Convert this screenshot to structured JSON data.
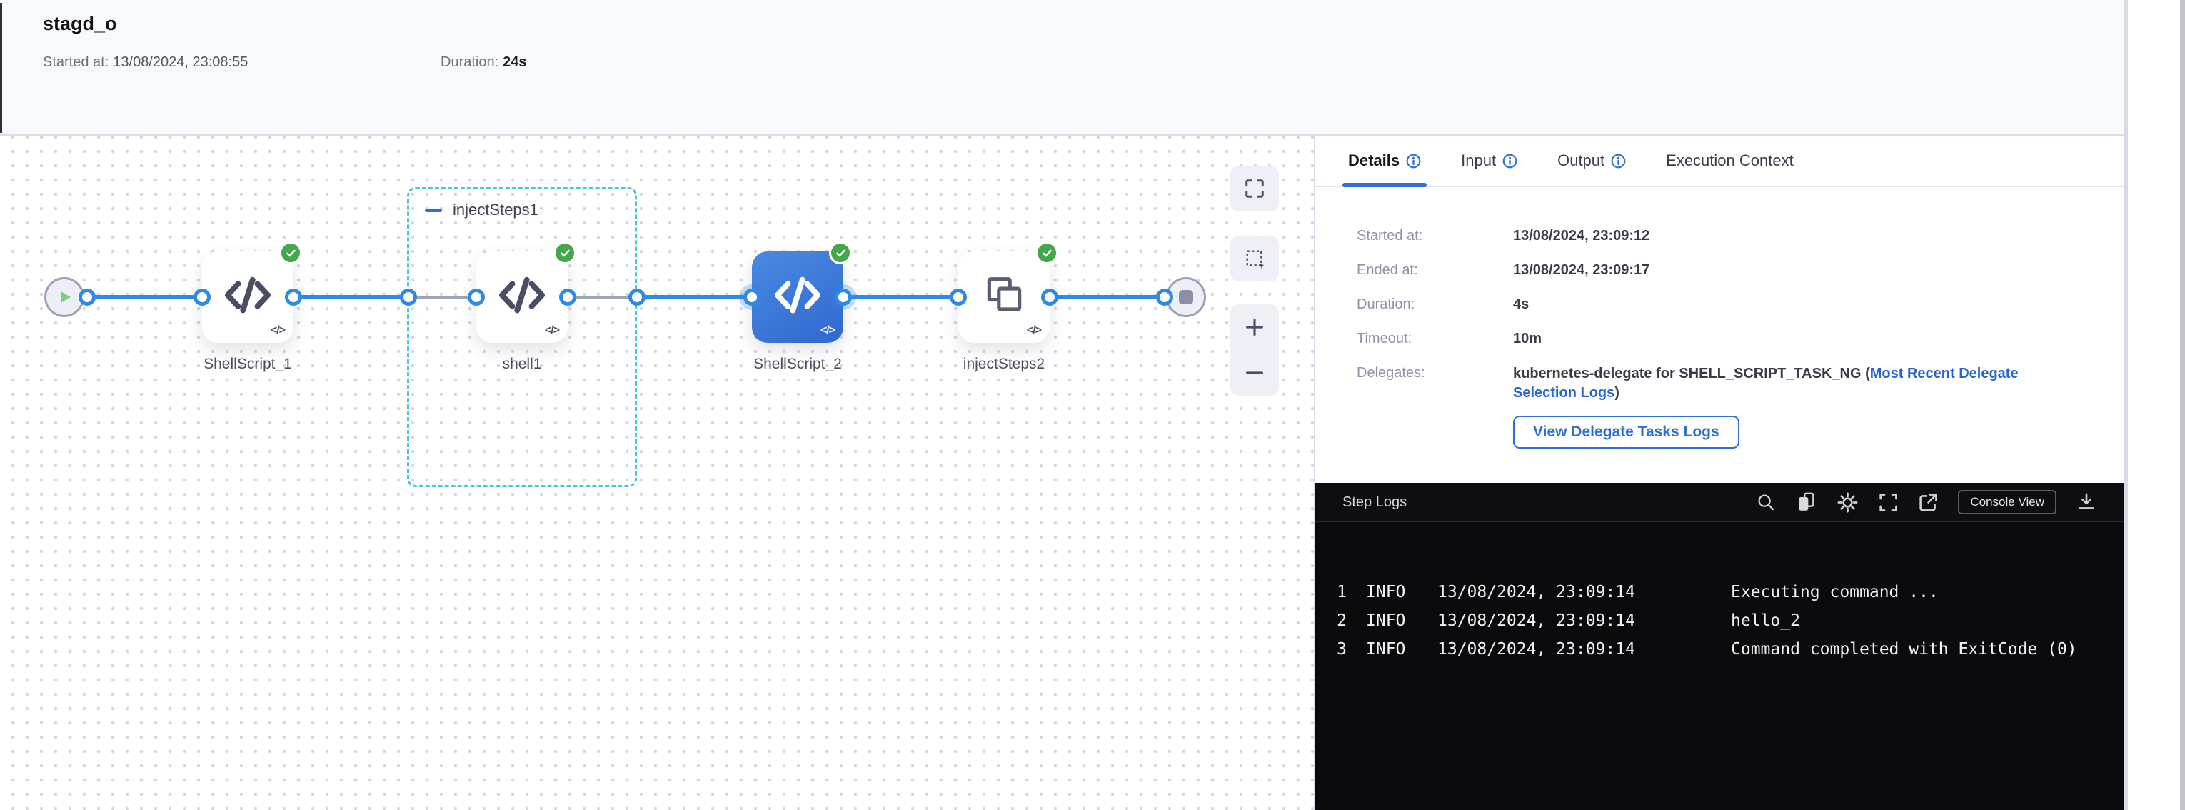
{
  "header": {
    "title": "stagd_o",
    "started_label": "Started at:",
    "started_value": "13/08/2024, 23:08:55",
    "duration_label": "Duration:",
    "duration_value": "24s"
  },
  "canvas": {
    "group1_label": "injectSteps1",
    "nodes": [
      {
        "label": "ShellScript_1",
        "status": "success"
      },
      {
        "label": "shell1",
        "status": "success"
      },
      {
        "label": "ShellScript_2",
        "status": "success",
        "selected": true
      },
      {
        "label": "injectSteps2",
        "status": "success"
      }
    ],
    "mini_glyph": "</>"
  },
  "tabs": {
    "details": "Details",
    "input": "Input",
    "output": "Output",
    "execution_context": "Execution Context"
  },
  "details": {
    "rows": [
      {
        "label": "Started at:",
        "value": "13/08/2024, 23:09:12"
      },
      {
        "label": "Ended at:",
        "value": "13/08/2024, 23:09:17"
      },
      {
        "label": "Duration:",
        "value": "4s"
      },
      {
        "label": "Timeout:",
        "value": "10m"
      }
    ],
    "delegates_label": "Delegates:",
    "delegates_text": "kubernetes-delegate for SHELL_SCRIPT_TASK_NG (",
    "delegates_link": "Most Recent Delegate Selection Logs",
    "delegates_suffix": ")",
    "view_logs_button": "View Delegate Tasks Logs"
  },
  "logs": {
    "title": "Step Logs",
    "console_view_button": "Console View",
    "lines": [
      {
        "num": "1",
        "level": "INFO",
        "time": "13/08/2024, 23:09:14",
        "message": "Executing command ..."
      },
      {
        "num": "2",
        "level": "INFO",
        "time": "13/08/2024, 23:09:14",
        "message": "hello_2"
      },
      {
        "num": "3",
        "level": "INFO",
        "time": "13/08/2024, 23:09:14",
        "message": "Command completed with ExitCode (0)"
      }
    ]
  },
  "colors": {
    "accent_blue": "#2e6fd6",
    "connector_blue": "#2f8ae3",
    "success_green": "#43a84c",
    "group_border_blue": "#49c2f1",
    "link_blue": "#2765d2",
    "log_bg": "#0a0a0d"
  }
}
